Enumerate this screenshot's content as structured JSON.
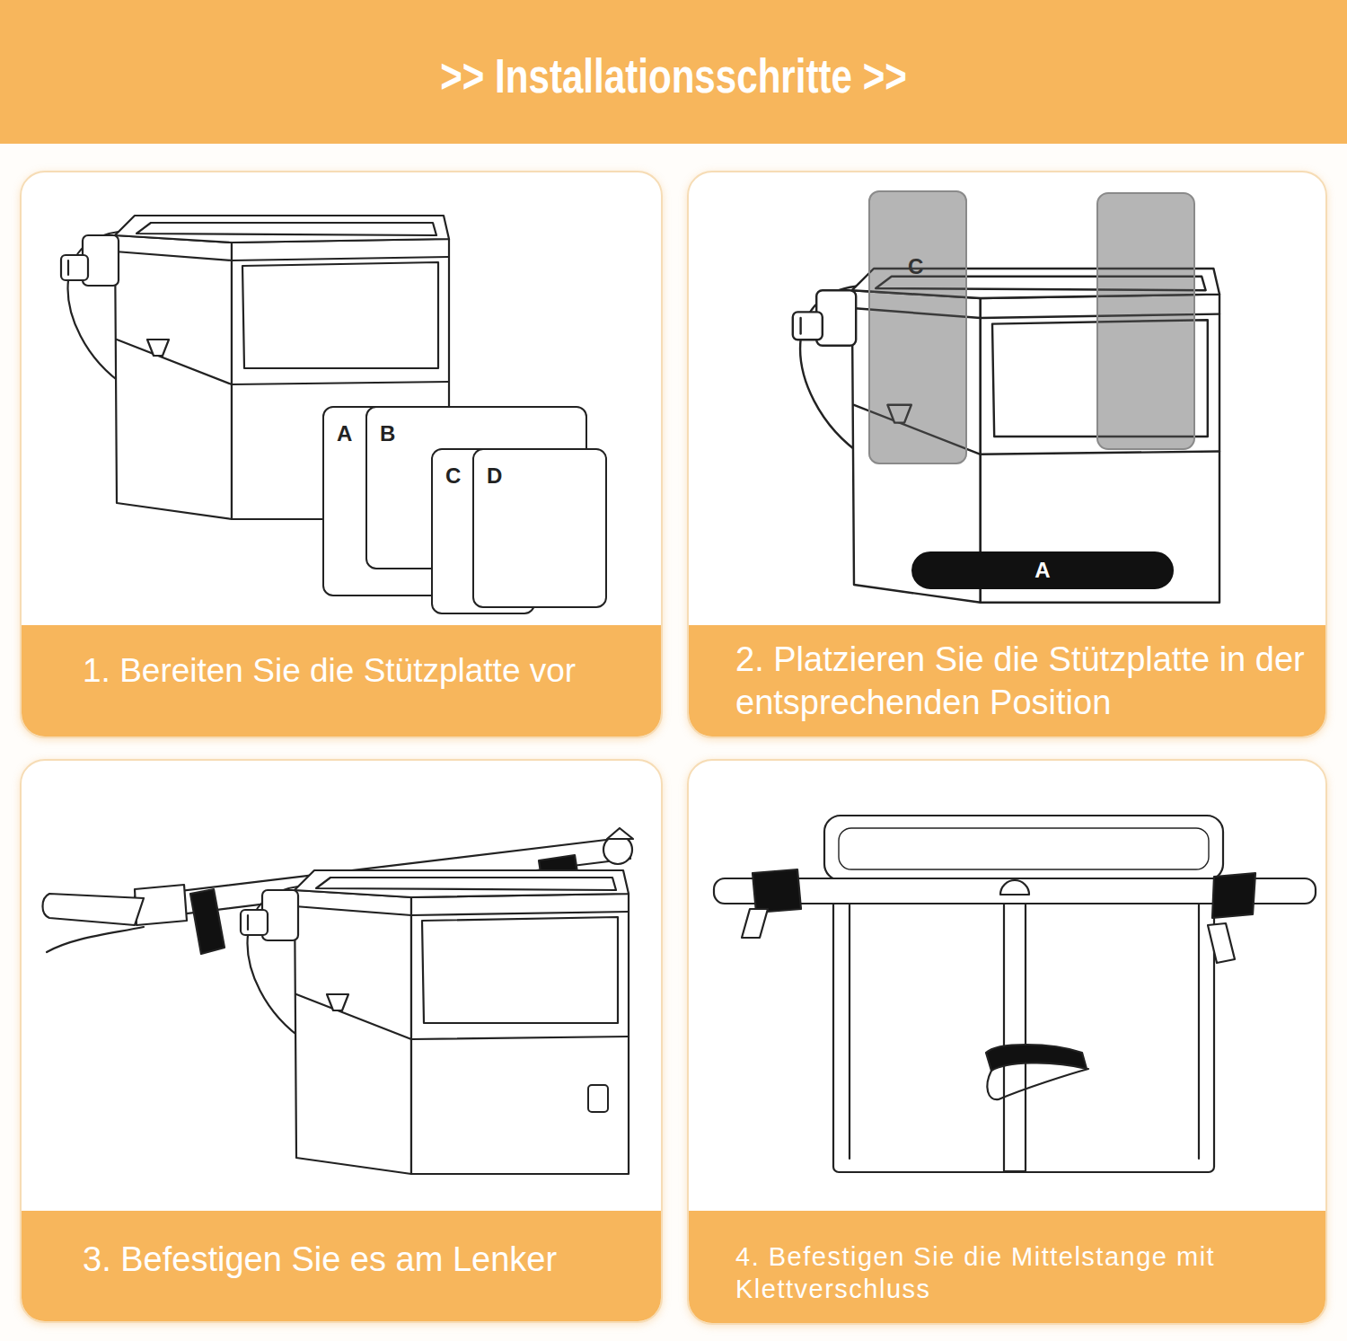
{
  "diagram": {
    "title": ">> Installationsschritte >>",
    "nodes": [
      {
        "text": [
          "1. Bereiten Sie die Stützplatte vor"
        ]
      },
      {
        "text": [
          "A"
        ],
        "in": 0
      },
      {
        "text": [
          "B"
        ],
        "in": 0
      },
      {
        "text": [
          "C"
        ],
        "in": 0
      },
      {
        "text": [
          "D"
        ],
        "in": 0
      },
      {
        "text": [
          "2. Platzieren Sie die Stützplatte in der entsprechenden Position"
        ]
      },
      {
        "text": [
          "C"
        ],
        "in": 5
      },
      {
        "text": [
          "A"
        ],
        "in": 5
      },
      {
        "text": [
          "3. Befestigen Sie es am Lenker"
        ]
      },
      {
        "text": [
          "4. Befestigen Sie die Mittelstange mit Klettverschluss"
        ]
      }
    ]
  }
}
